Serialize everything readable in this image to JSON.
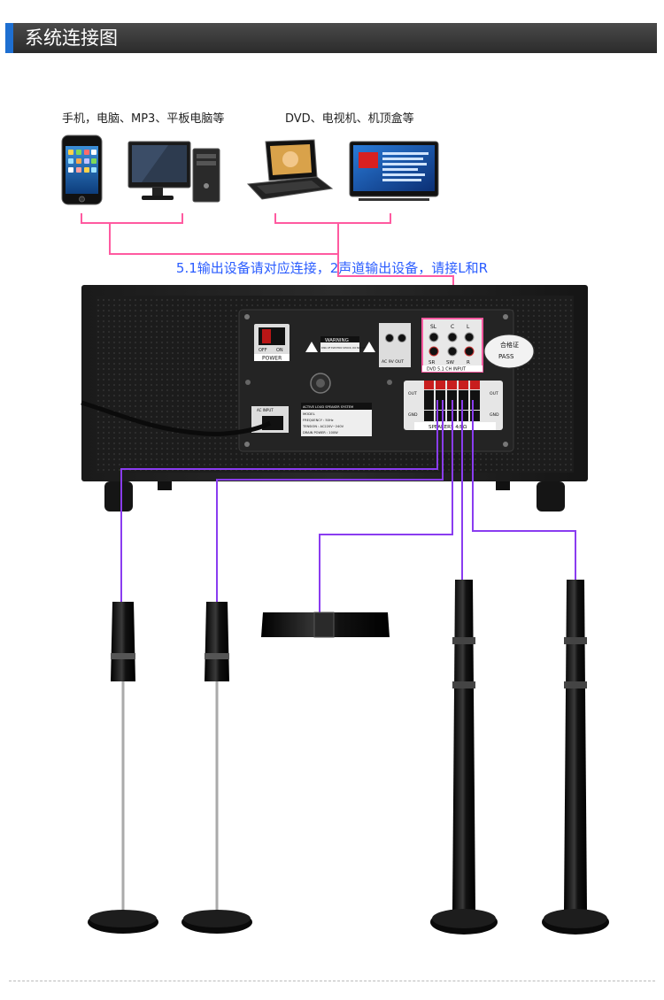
{
  "header": {
    "title": "系统连接图"
  },
  "sources": {
    "group1_label": "手机，电脑、MP3、平板电脑等",
    "group2_label": "DVD、电视机、机顶盒等"
  },
  "instruction": "5.1输出设备请对应连接，2声道输出设备，请接L和R",
  "panel": {
    "warning": "WARNING",
    "warning_sub": "RISK OF ELECTRIC SHOCK, DO NOT OPEN",
    "power_label": "POWER",
    "off_label": "OFF",
    "on_label": "ON",
    "ac_out": "AC 9V OUT",
    "dvd_input": "DVD 5.1 CH INPUT",
    "jack_sl": "SL",
    "jack_c": "C",
    "jack_l": "L",
    "jack_sr": "SR",
    "jack_sw": "SW",
    "jack_r": "R",
    "speakers_label": "SPEAKERS 4/8Ω",
    "out_label": "OUT",
    "gnd_label": "GND",
    "pass_top": "合格证",
    "pass_bottom": "PASS",
    "spec_title": "ACTIVE LOUD SPEAKER SYSTEM",
    "spec_model": "MODEL",
    "spec_freq": "FREQUENCY : 50Hz",
    "spec_tension": "TENSION : AC220V~240V",
    "spec_power": "DRAIN POWER : 100W",
    "ac_input": "AC INPUT"
  },
  "colors": {
    "header_bg": "#333333",
    "header_accent": "#1e6fd1",
    "source_wire": "#ff5aa0",
    "speaker_wire": "#8a3cf0",
    "instruction_text": "#2a5cff"
  }
}
